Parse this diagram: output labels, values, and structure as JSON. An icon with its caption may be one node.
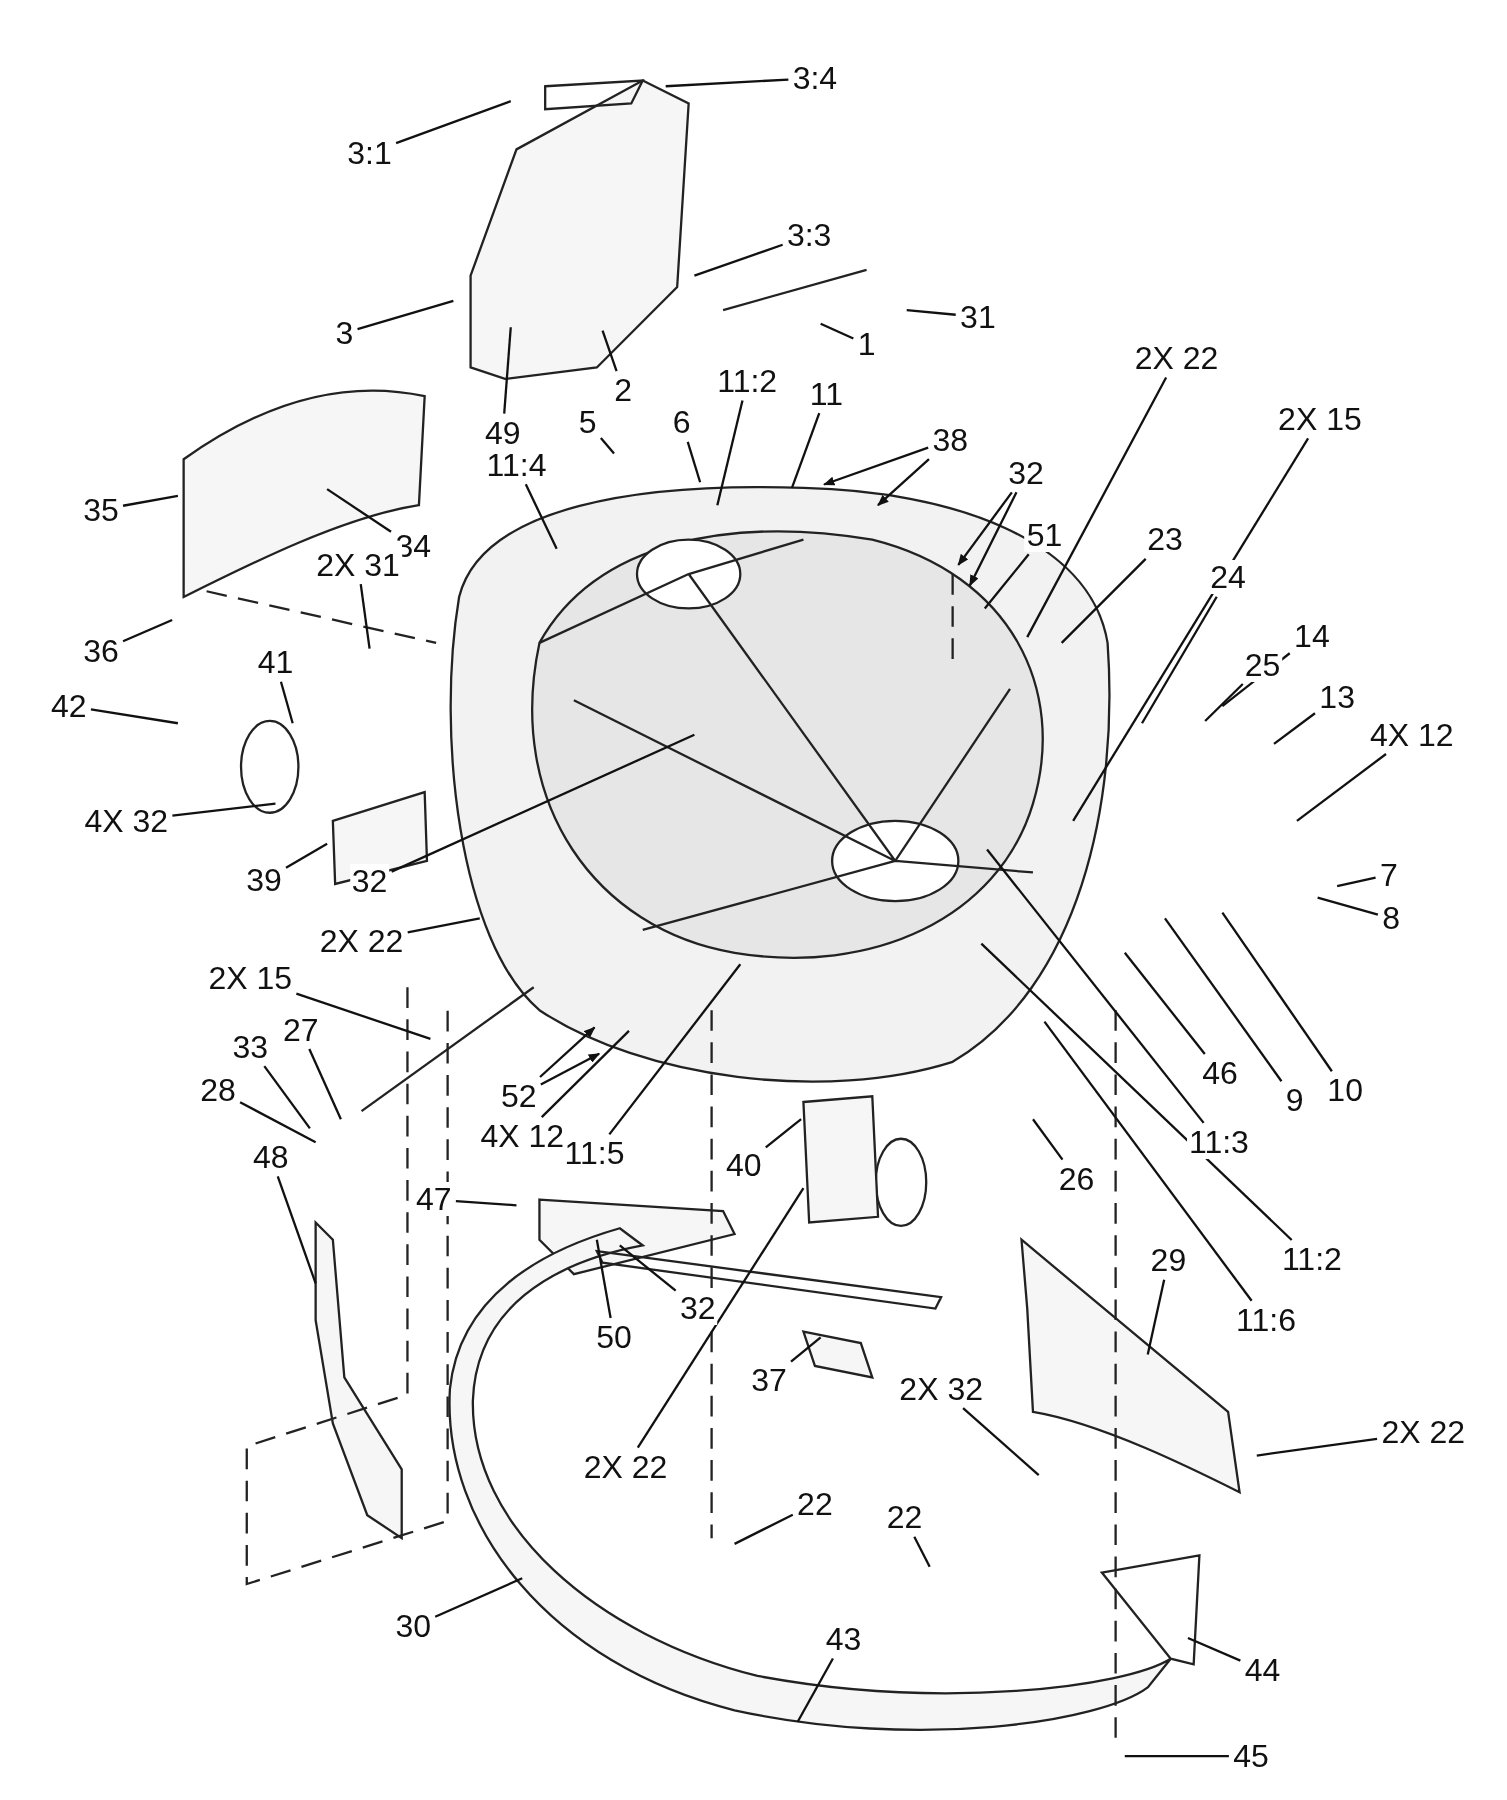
{
  "diagram": {
    "nodes": [
      {
        "text": [
          "3:4"
        ]
      },
      {
        "text": [
          "3:1"
        ]
      },
      {
        "text": [
          "3:3"
        ]
      },
      {
        "text": [
          "3"
        ]
      },
      {
        "text": [
          "1"
        ]
      },
      {
        "text": [
          "31"
        ]
      },
      {
        "text": [
          "2"
        ]
      },
      {
        "text": [
          "49"
        ]
      },
      {
        "text": [
          "11:2"
        ]
      },
      {
        "text": [
          "11"
        ]
      },
      {
        "text": [
          "5"
        ]
      },
      {
        "text": [
          "6"
        ]
      },
      {
        "text": [
          "38"
        ]
      },
      {
        "text": [
          "2X 22"
        ]
      },
      {
        "text": [
          "2X 15"
        ]
      },
      {
        "text": [
          "32"
        ]
      },
      {
        "text": [
          "51"
        ]
      },
      {
        "text": [
          "23"
        ]
      },
      {
        "text": [
          "24"
        ]
      },
      {
        "text": [
          "11:4"
        ]
      },
      {
        "text": [
          "35"
        ]
      },
      {
        "text": [
          "34"
        ]
      },
      {
        "text": [
          "2X 31"
        ]
      },
      {
        "text": [
          "14"
        ]
      },
      {
        "text": [
          "25"
        ]
      },
      {
        "text": [
          "13"
        ]
      },
      {
        "text": [
          "4X 12"
        ]
      },
      {
        "text": [
          "36"
        ]
      },
      {
        "text": [
          "41"
        ]
      },
      {
        "text": [
          "42"
        ]
      },
      {
        "text": [
          "4X 32"
        ]
      },
      {
        "text": [
          "39"
        ]
      },
      {
        "text": [
          "32"
        ]
      },
      {
        "text": [
          "7"
        ]
      },
      {
        "text": [
          "8"
        ]
      },
      {
        "text": [
          "2X 22"
        ]
      },
      {
        "text": [
          "2X 15"
        ]
      },
      {
        "text": [
          "46"
        ]
      },
      {
        "text": [
          "9"
        ]
      },
      {
        "text": [
          "10"
        ]
      },
      {
        "text": [
          "11:3"
        ]
      },
      {
        "text": [
          "11:2"
        ]
      },
      {
        "text": [
          "11:6"
        ]
      },
      {
        "text": [
          "11:5"
        ]
      },
      {
        "text": [
          "33"
        ]
      },
      {
        "text": [
          "27"
        ]
      },
      {
        "text": [
          "28"
        ]
      },
      {
        "text": [
          "52"
        ]
      },
      {
        "text": [
          "4X 12"
        ]
      },
      {
        "text": [
          "26"
        ]
      },
      {
        "text": [
          "40"
        ]
      },
      {
        "text": [
          "48"
        ]
      },
      {
        "text": [
          "47"
        ]
      },
      {
        "text": [
          "50"
        ]
      },
      {
        "text": [
          "32"
        ]
      },
      {
        "text": [
          "29"
        ]
      },
      {
        "text": [
          "37"
        ]
      },
      {
        "text": [
          "2X 22"
        ]
      },
      {
        "text": [
          "2X 32"
        ]
      },
      {
        "text": [
          "2X 22"
        ]
      },
      {
        "text": [
          "22"
        ]
      },
      {
        "text": [
          "22"
        ]
      },
      {
        "text": [
          "30"
        ]
      },
      {
        "text": [
          "43"
        ]
      },
      {
        "text": [
          "44"
        ]
      },
      {
        "text": [
          "45"
        ]
      }
    ],
    "edges": [
      {
        "from": 0,
        "to": null,
        "arrow": "none"
      },
      {
        "from": 1,
        "to": null,
        "arrow": "none"
      },
      {
        "from": 2,
        "to": null,
        "arrow": "none"
      },
      {
        "from": 3,
        "to": null,
        "arrow": "none"
      },
      {
        "from": 4,
        "to": null,
        "arrow": "none"
      },
      {
        "from": 5,
        "to": null,
        "arrow": "none"
      },
      {
        "from": 6,
        "to": null,
        "arrow": "none"
      },
      {
        "from": 7,
        "to": null,
        "arrow": "none"
      },
      {
        "from": 8,
        "to": null,
        "arrow": "none"
      },
      {
        "from": 9,
        "to": null,
        "arrow": "none"
      },
      {
        "from": 10,
        "to": null,
        "arrow": "none"
      },
      {
        "from": 11,
        "to": null,
        "arrow": "none"
      },
      {
        "from": 12,
        "to": null,
        "arrow": "to"
      },
      {
        "from": 12,
        "to": null,
        "arrow": "to"
      },
      {
        "from": 13,
        "to": null,
        "arrow": "none"
      },
      {
        "from": 14,
        "to": null,
        "arrow": "none"
      },
      {
        "from": 15,
        "to": null,
        "arrow": "to"
      },
      {
        "from": 15,
        "to": null,
        "arrow": "to"
      },
      {
        "from": 16,
        "to": null,
        "arrow": "none"
      },
      {
        "from": 17,
        "to": null,
        "arrow": "none"
      },
      {
        "from": 18,
        "to": null,
        "arrow": "none"
      },
      {
        "from": 19,
        "to": null,
        "arrow": "none"
      },
      {
        "from": 20,
        "to": null,
        "arrow": "none"
      },
      {
        "from": 21,
        "to": null,
        "arrow": "none"
      },
      {
        "from": 22,
        "to": null,
        "arrow": "none"
      },
      {
        "from": 23,
        "to": null,
        "arrow": "none"
      },
      {
        "from": 24,
        "to": null,
        "arrow": "none"
      },
      {
        "from": 25,
        "to": null,
        "arrow": "none"
      },
      {
        "from": 26,
        "to": null,
        "arrow": "none"
      },
      {
        "from": 27,
        "to": null,
        "arrow": "none"
      },
      {
        "from": 28,
        "to": null,
        "arrow": "none"
      },
      {
        "from": 29,
        "to": null,
        "arrow": "none"
      },
      {
        "from": 30,
        "to": null,
        "arrow": "none"
      },
      {
        "from": 31,
        "to": null,
        "arrow": "none"
      },
      {
        "from": 32,
        "to": null,
        "arrow": "none"
      },
      {
        "from": 33,
        "to": null,
        "arrow": "none"
      },
      {
        "from": 34,
        "to": null,
        "arrow": "none"
      },
      {
        "from": 35,
        "to": null,
        "arrow": "none"
      },
      {
        "from": 36,
        "to": null,
        "arrow": "none"
      },
      {
        "from": 37,
        "to": null,
        "arrow": "none"
      },
      {
        "from": 38,
        "to": null,
        "arrow": "none"
      },
      {
        "from": 39,
        "to": null,
        "arrow": "none"
      },
      {
        "from": 40,
        "to": null,
        "arrow": "none"
      },
      {
        "from": 41,
        "to": null,
        "arrow": "none"
      },
      {
        "from": 42,
        "to": null,
        "arrow": "none"
      },
      {
        "from": 43,
        "to": null,
        "arrow": "none"
      },
      {
        "from": 44,
        "to": null,
        "arrow": "none"
      },
      {
        "from": 45,
        "to": null,
        "arrow": "none"
      },
      {
        "from": 46,
        "to": null,
        "arrow": "none"
      },
      {
        "from": 47,
        "to": null,
        "arrow": "to"
      },
      {
        "from": 47,
        "to": null,
        "arrow": "to"
      },
      {
        "from": 48,
        "to": null,
        "arrow": "none"
      },
      {
        "from": 49,
        "to": null,
        "arrow": "none"
      },
      {
        "from": 50,
        "to": null,
        "arrow": "none"
      },
      {
        "from": 51,
        "to": null,
        "arrow": "none"
      },
      {
        "from": 52,
        "to": null,
        "arrow": "none"
      },
      {
        "from": 53,
        "to": null,
        "arrow": "none"
      },
      {
        "from": 54,
        "to": null,
        "arrow": "none"
      },
      {
        "from": 55,
        "to": null,
        "arrow": "none"
      },
      {
        "from": 56,
        "to": null,
        "arrow": "none"
      },
      {
        "from": 57,
        "to": null,
        "arrow": "none"
      },
      {
        "from": 58,
        "to": null,
        "arrow": "none"
      },
      {
        "from": 59,
        "to": null,
        "arrow": "none"
      },
      {
        "from": 60,
        "to": null,
        "arrow": "none"
      },
      {
        "from": 61,
        "to": null,
        "arrow": "none"
      },
      {
        "from": 62,
        "to": null,
        "arrow": "none"
      },
      {
        "from": 63,
        "to": null,
        "arrow": "none"
      },
      {
        "from": 64,
        "to": null,
        "arrow": "none"
      },
      {
        "from": 65,
        "to": null,
        "arrow": "none"
      }
    ]
  }
}
